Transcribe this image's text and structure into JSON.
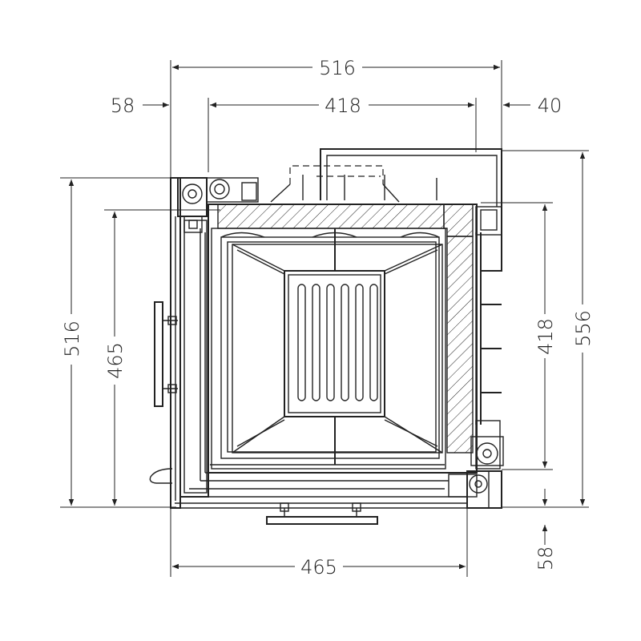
{
  "drawing": {
    "dimensions": {
      "top_overall": "516",
      "top_left_offset": "58",
      "top_inner": "418",
      "top_right_offset": "40",
      "left_overall": "516",
      "left_inner": "465",
      "right_inner": "418",
      "right_overall": "556",
      "bottom_width": "465",
      "bottom_right_offset": "58"
    }
  }
}
